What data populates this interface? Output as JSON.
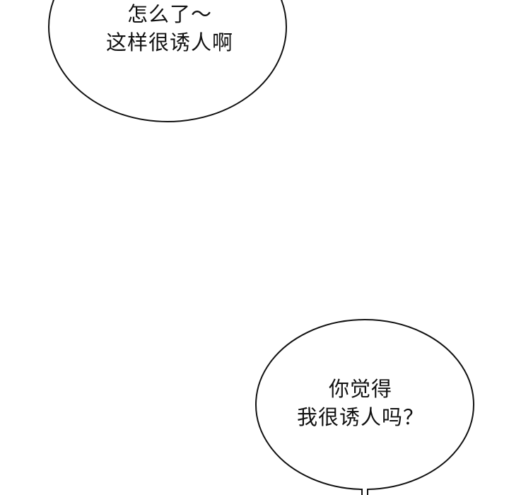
{
  "panel": {
    "background": "#ffffff",
    "bubbles": [
      {
        "id": "bubble-top",
        "lines": [
          "怎么了～",
          "这样很诱人啊"
        ]
      },
      {
        "id": "bubble-bottom",
        "lines": [
          "你觉得",
          "我很诱人吗？"
        ]
      }
    ]
  }
}
